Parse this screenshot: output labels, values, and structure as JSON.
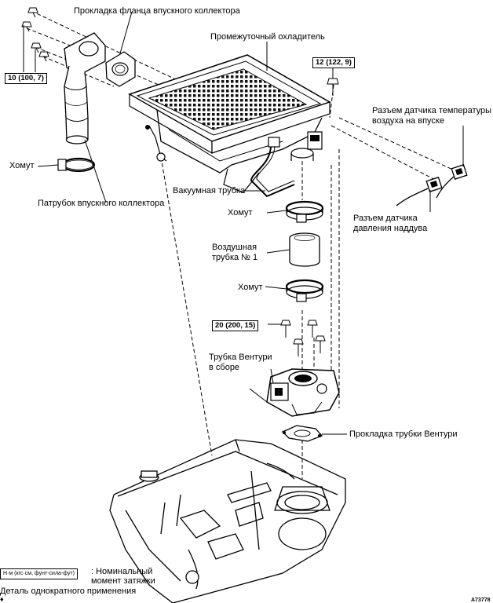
{
  "labels": {
    "flange_gasket": "Прокладка фланца впускного коллектора",
    "intercooler": "Промежуточный охладитель",
    "torque_top_right": "12 (122, 9)",
    "temp_sensor_connector": "Разъем датчика температуры\nвоздуха на впуске",
    "torque_left": "10 (100, 7)",
    "clamp_left": "Хомут",
    "vacuum_tube": "Вакуумная трубка",
    "intake_pipe": "Патрубок впускного коллектора",
    "clamp_upper": "Хомут",
    "boost_sensor_connector": "Разъем датчика\nдавления наддува",
    "air_tube": "Воздушная\nтрубка № 1",
    "clamp_lower": "Хомут",
    "torque_venturi": "20 (200, 15)",
    "venturi_assembly": "Трубка Вентури\nв сборе",
    "venturi_gasket": "Прокладка трубки Вентури"
  },
  "legend": {
    "torque_unit": "Н·м (кгс·см, фунт-сила-фут)",
    "torque_desc": ": Номинальный\nмомент затяжки",
    "single_use_symbol": "♦",
    "single_use_desc": "Деталь однократного применения"
  },
  "figure_code": "A73778"
}
